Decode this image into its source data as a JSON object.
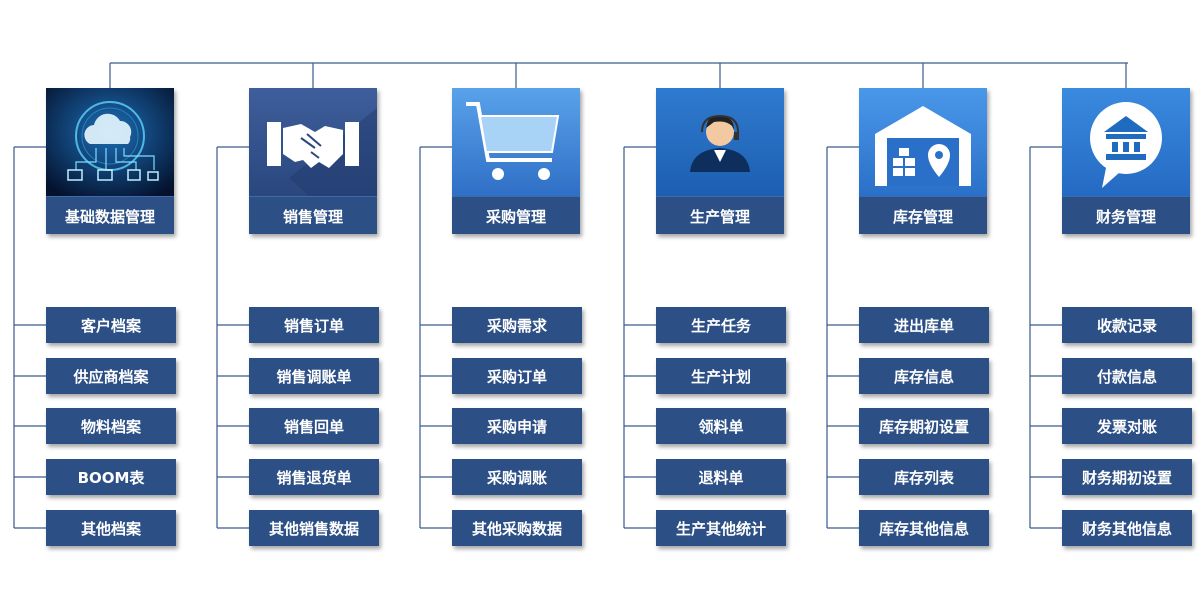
{
  "modules": [
    {
      "title": "基础数据管理",
      "icon": "cloud-network-icon",
      "items": [
        "客户档案",
        "供应商档案",
        "物料档案",
        "BOOM表",
        "其他档案"
      ]
    },
    {
      "title": "销售管理",
      "icon": "handshake-icon",
      "items": [
        "销售订单",
        "销售调账单",
        "销售回单",
        "销售退货单",
        "其他销售数据"
      ]
    },
    {
      "title": "采购管理",
      "icon": "shopping-cart-icon",
      "items": [
        "采购需求",
        "采购订单",
        "采购申请",
        "采购调账",
        "其他采购数据"
      ]
    },
    {
      "title": "生产管理",
      "icon": "worker-icon",
      "items": [
        "生产任务",
        "生产计划",
        "领料单",
        "退料单",
        "生产其他统计"
      ]
    },
    {
      "title": "库存管理",
      "icon": "warehouse-icon",
      "items": [
        "进出库单",
        "库存信息",
        "库存期初设置",
        "库存列表",
        "库存其他信息"
      ]
    },
    {
      "title": "财务管理",
      "icon": "finance-chat-icon",
      "items": [
        "收款记录",
        "付款信息",
        "发票对账",
        "财务期初设置",
        "财务其他信息"
      ]
    }
  ],
  "colors": {
    "box": "#2c4f86",
    "line": "#3a5b8c",
    "text": "#ffffff"
  }
}
